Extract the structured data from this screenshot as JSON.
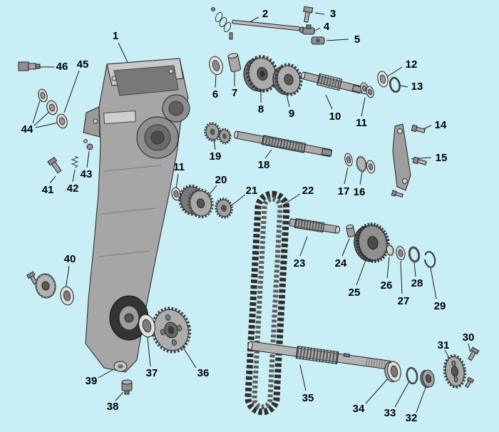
{
  "colors": {
    "background": "#c9eef5",
    "leader_line": "#1a1a1a",
    "label_text": "#000000",
    "part_gray": "#a9a9a9"
  },
  "callouts": {
    "c1": "1",
    "c2": "2",
    "c3": "3",
    "c4": "4",
    "c5": "5",
    "c6": "6",
    "c7": "7",
    "c8": "8",
    "c9": "9",
    "c10": "10",
    "c11_right": "11",
    "c11_left": "11",
    "c12": "12",
    "c13": "13",
    "c14": "14",
    "c15": "15",
    "c16": "16",
    "c17": "17",
    "c18": "18",
    "c19": "19",
    "c20": "20",
    "c21": "21",
    "c22": "22",
    "c23": "23",
    "c24": "24",
    "c25": "25",
    "c26": "26",
    "c27": "27",
    "c28": "28",
    "c29": "29",
    "c30": "30",
    "c31": "31",
    "c32": "32",
    "c33": "33",
    "c34": "34",
    "c35": "35",
    "c36": "36",
    "c37": "37",
    "c38": "38",
    "c39": "39",
    "c40": "40",
    "c41": "41",
    "c42": "42",
    "c43": "43",
    "c44": "44",
    "c45": "45",
    "c46": "46"
  }
}
